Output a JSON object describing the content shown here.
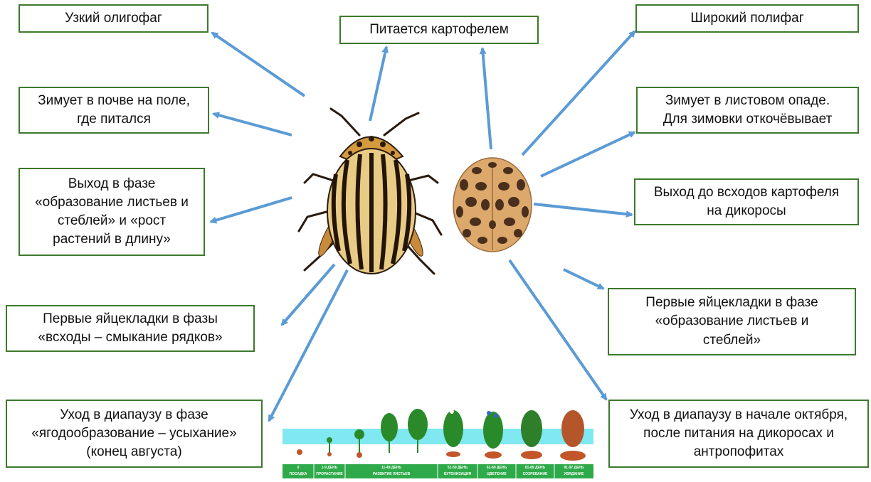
{
  "colors": {
    "box_border": "#3c7a2c",
    "arrow": "#5b9bd5",
    "ground_bar": "#2faa4a",
    "water": "#7fe8f0"
  },
  "boxes": {
    "t1": "Узкий олигофаг",
    "t2": "Зимует в почве на поле,\nгде питался",
    "t3": "Выход в фазе\n«образование листьев и\nстеблей» и «рост\nрастений в длину»",
    "t4": "Первые яйцекладки в фазы\n«всходы – смыкание рядков»",
    "t5": "Уход в диапаузу в фазе\n«ягодообразование – усыхание»\n(конец августа)",
    "t6": "Питается картофелем",
    "t7": "Широкий полифаг",
    "t8": "Зимует в листовом опаде.\nДля зимовки откочёвывает",
    "t9": "Выход до всходов картофеля\nна дикоросы",
    "t10": "Первые яйцекладки в фазе\n«образование листьев и\nстеблей»",
    "t11": "Уход в диапаузу в начале октября,\nпосле питания на дикоросах и\nантропофитах"
  },
  "stages": {
    "days": [
      "0",
      "1-9 ДЕНЬ",
      "11-49 ДЕНЬ",
      "51-59 ДЕНЬ",
      "61-69 ДЕНЬ",
      "81-89 ДЕНЬ",
      "91-97 ДЕНЬ"
    ],
    "names": [
      "ПОСАДКА",
      "ПРОРАСТАНИЕ",
      "РАЗВИТИЕ ЛИСТЬЕВ",
      "БУТОНИЗАЦИЯ",
      "ЦВЕТЕНИЕ",
      "СОЗРЕВАНИЕ",
      "УВЯДАНИЕ"
    ]
  }
}
